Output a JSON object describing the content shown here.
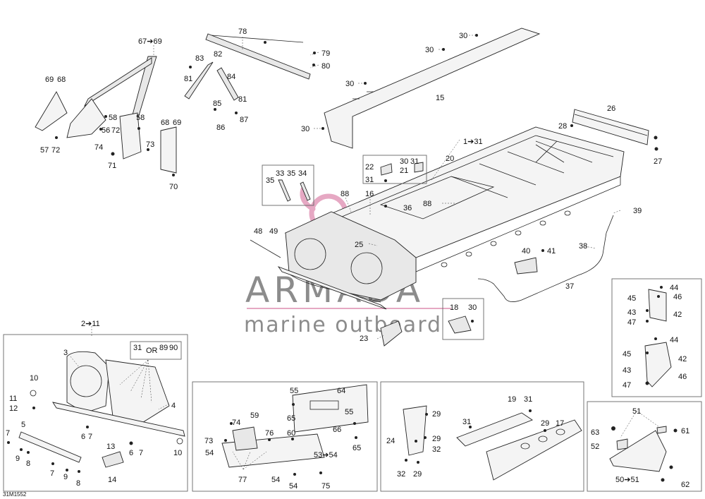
{
  "drawing_code": "31M1552",
  "watermark": {
    "title": "ARMADA",
    "subtitle": "marine outboard",
    "logo_color": "#e6a8c3",
    "text_color": "#8c8c8c"
  },
  "callouts": {
    "c67_69": "67➔69",
    "c78": "78",
    "c79": "79",
    "c80": "80",
    "c30a": "30",
    "c30b": "30",
    "c30c": "30",
    "c30d": "30",
    "c15": "15",
    "c26": "26",
    "c28": "28",
    "c27": "27",
    "c1_31": "1➔31",
    "c20": "20",
    "c83": "83",
    "c82": "82",
    "c84": "84",
    "c81a": "81",
    "c81b": "81",
    "c85": "85",
    "c86": "86",
    "c87": "87",
    "c69a": "69",
    "c68a": "68",
    "c58a": "58",
    "c58b": "58",
    "c56": "56",
    "c72a": "72",
    "c74a": "74",
    "c57": "57",
    "c72b": "72",
    "c73a": "73",
    "c71": "71",
    "c68b": "68",
    "c69b": "69",
    "c70": "70",
    "c33": "33",
    "c35a": "35",
    "c35b": "35",
    "c34": "34",
    "c22": "22",
    "c31a": "31",
    "c30e": "30",
    "c31b": "31",
    "c21": "21",
    "c88a": "88",
    "c16": "16",
    "c36": "36",
    "c88b": "88",
    "c25": "25",
    "c48": "48",
    "c49": "49",
    "c39": "39",
    "c38": "38",
    "c40": "40",
    "c41": "41",
    "c37": "37",
    "c18": "18",
    "c30f": "30",
    "c23": "23",
    "c44a": "44",
    "c46a": "46",
    "c45a": "45",
    "c43a": "43",
    "c42a": "42",
    "c47a": "47",
    "c44b": "44",
    "c45b": "45",
    "c42b": "42",
    "c43b": "43",
    "c46b": "46",
    "c47b": "47",
    "c2_11": "2➔11",
    "c3": "3",
    "c31c": "31",
    "c_or": "OR",
    "c89": "89",
    "c90": "90",
    "c10a": "10",
    "c11": "11",
    "c12": "12",
    "c4": "4",
    "c5": "5",
    "c7a": "7",
    "c9a": "9",
    "c8a": "8",
    "c6a": "6",
    "c7b": "7",
    "c6b": "6",
    "c7c": "7",
    "c13": "13",
    "c14": "14",
    "c7d": "7",
    "c9b": "9",
    "c8b": "8",
    "c10b": "10",
    "c55a": "55",
    "c64": "64",
    "c65a": "65",
    "c55b": "55",
    "c66": "66",
    "c65b": "65",
    "c74b": "74",
    "c59": "59",
    "c73b": "73",
    "c76": "76",
    "c60": "60",
    "c54a": "54",
    "c53_54": "53➔54",
    "c77": "77",
    "c54b": "54",
    "c54c": "54",
    "c75": "75",
    "c29a": "29",
    "c24": "24",
    "c29b": "29",
    "c32a": "32",
    "c32b": "32",
    "c29c": "29",
    "c19": "19",
    "c31d": "31",
    "c31e": "31",
    "c29d": "29",
    "c17": "17",
    "c51": "51",
    "c63": "63",
    "c61": "61",
    "c52": "52",
    "c50_51": "50➔51",
    "c62": "62"
  }
}
